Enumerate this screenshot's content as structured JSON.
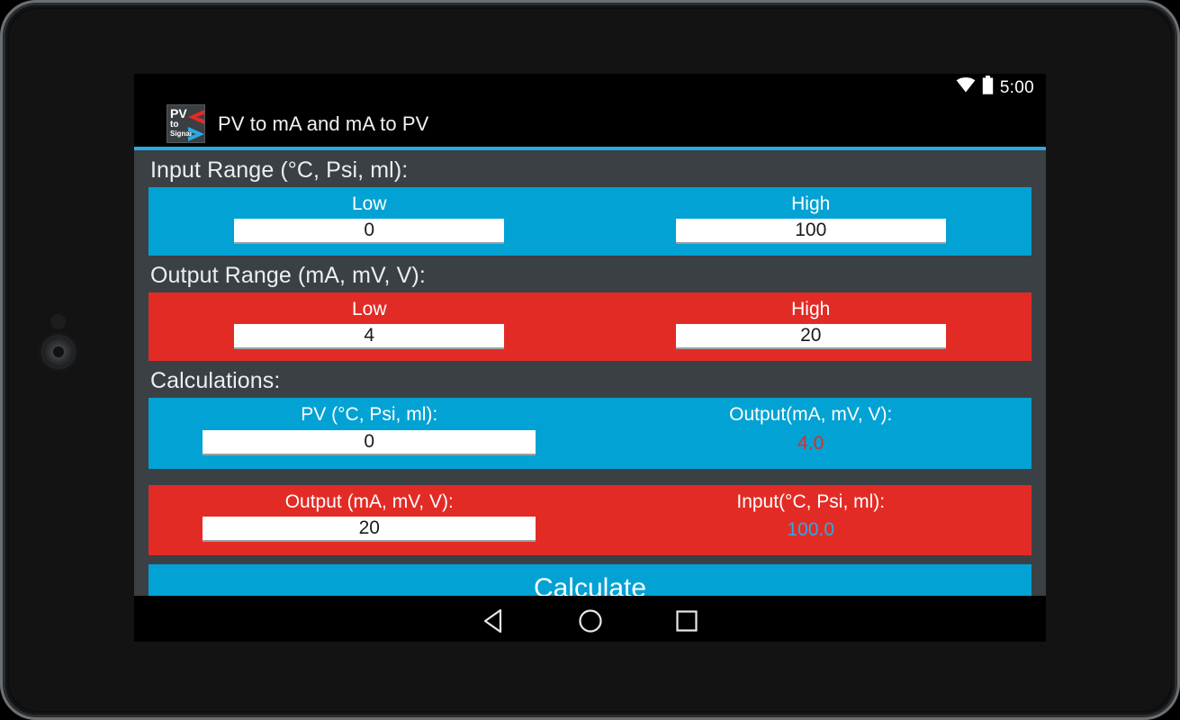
{
  "device": {
    "camera_label": "front-camera-lens",
    "sensor_label": "ambient-light-sensor"
  },
  "status_bar": {
    "wifi_icon": "wifi-icon",
    "battery_icon": "battery-icon",
    "time": "5:00"
  },
  "app_bar": {
    "icon_name": "app-icon-pv-to-signal",
    "icon_line1": "PV",
    "icon_line2": "to",
    "icon_line3": "Signal",
    "title": "PV to mA and mA to PV"
  },
  "colors": {
    "accent_blue": "#03A2D4",
    "rule_blue": "#29ABE2",
    "accent_red": "#E32B25",
    "body_background": "#3b4045",
    "bar_background": "#000000"
  },
  "sections": {
    "input_range": {
      "label": "Input Range (°C, Psi, ml):",
      "low_label": "Low",
      "low_value": "0",
      "high_label": "High",
      "high_value": "100"
    },
    "output_range": {
      "label": "Output Range (mA, mV, V):",
      "low_label": "Low",
      "low_value": "4",
      "high_label": "High",
      "high_value": "20"
    },
    "calculations": {
      "label": "Calculations:",
      "pv_row": {
        "input_label": "PV (°C, Psi, ml):",
        "input_value": "0",
        "result_label": "Output(mA, mV, V):",
        "result_value": "4.0"
      },
      "output_row": {
        "input_label": "Output (mA, mV, V):",
        "input_value": "20",
        "result_label": "Input(°C, Psi, ml):",
        "result_value": "100.0"
      }
    }
  },
  "calculate_button": {
    "label": "Calculate"
  },
  "nav_bar": {
    "back_icon": "back-triangle-icon",
    "home_icon": "home-circle-icon",
    "recents_icon": "recents-square-icon"
  }
}
